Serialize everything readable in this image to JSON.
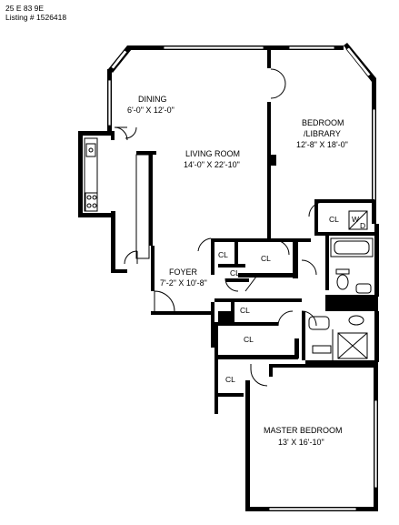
{
  "header": {
    "address": "25 E 83   9E",
    "listing": "Listing #  1526418"
  },
  "rooms": [
    {
      "name": "DINING",
      "size": "6'-0\" X 12'-0\""
    },
    {
      "name": "LIVING ROOM",
      "size": "14'-0\" X 22'-10\""
    },
    {
      "name": "BEDROOM",
      "name2": "/LIBRARY",
      "size": "12'-8\" X 18'-0\""
    },
    {
      "name": "FOYER",
      "size": "7'-2\" X 10'-8\""
    },
    {
      "name": "MASTER BEDROOM",
      "size": "13' X 16'-10\""
    }
  ],
  "closets": {
    "cl": "CL",
    "wd_w": "W",
    "wd_d": "D"
  }
}
